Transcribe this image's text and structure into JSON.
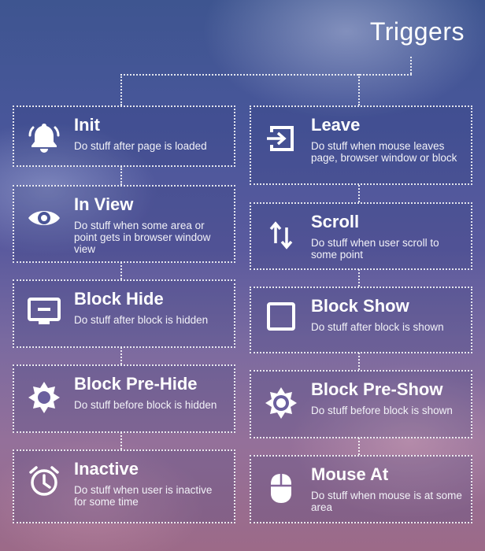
{
  "header": {
    "title": "Triggers"
  },
  "left": [
    {
      "key": "init",
      "icon": "bell-icon",
      "title": "Init",
      "desc": "Do stuff after page is loaded"
    },
    {
      "key": "in-view",
      "icon": "eye-icon",
      "title": "In View",
      "desc": "Do stuff when some area or point gets in browser window view"
    },
    {
      "key": "block-hide",
      "icon": "monitor-minus-icon",
      "title": "Block Hide",
      "desc": "Do stuff after block is hidden"
    },
    {
      "key": "block-pre-hide",
      "icon": "sun-gear-icon",
      "title": "Block Pre-Hide",
      "desc": "Do stuff before block is hidden"
    },
    {
      "key": "inactive",
      "icon": "alarm-clock-icon",
      "title": "Inactive",
      "desc": "Do stuff when user is inactive for some time"
    }
  ],
  "right": [
    {
      "key": "leave",
      "icon": "exit-icon",
      "title": "Leave",
      "desc": "Do stuff when mouse leaves page, browser window or block"
    },
    {
      "key": "scroll",
      "icon": "up-down-arrows-icon",
      "title": "Scroll",
      "desc": "Do stuff when user scroll to some point"
    },
    {
      "key": "block-show",
      "icon": "square-outline-icon",
      "title": "Block Show",
      "desc": "Do stuff after block is shown"
    },
    {
      "key": "block-pre-show",
      "icon": "sun-gear-ring-icon",
      "title": "Block Pre-Show",
      "desc": "Do stuff before block is shown"
    },
    {
      "key": "mouse-at",
      "icon": "mouse-icon",
      "title": "Mouse At",
      "desc": "Do stuff when mouse is at some area"
    }
  ]
}
